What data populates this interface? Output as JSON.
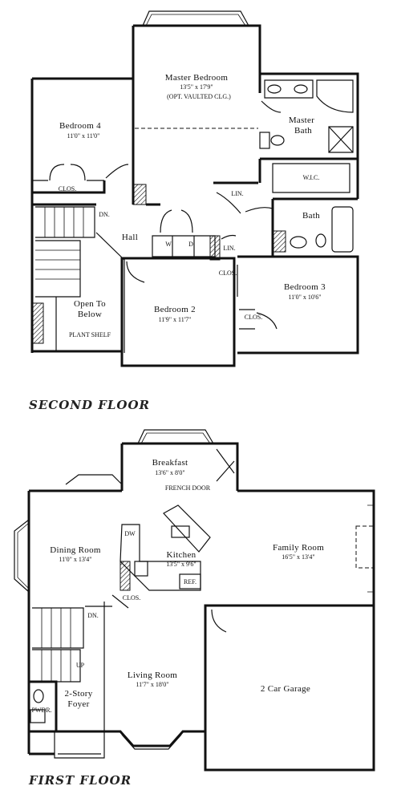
{
  "second_floor": {
    "heading": "SECOND FLOOR",
    "master_bedroom": {
      "name": "Master Bedroom",
      "dims": "13'5\" x 17'9\"",
      "note": "(OPT. VAULTED CLG.)"
    },
    "master_bath": {
      "line1": "Master",
      "line2": "Bath"
    },
    "wic": "W.I.C.",
    "bedroom4": {
      "name": "Bedroom 4",
      "dims": "11'0\" x 11'0\""
    },
    "clos_bed4": "CLOS.",
    "lin_master": "LIN.",
    "bath": "Bath",
    "dn": "DN.",
    "hall": "Hall",
    "w": "W",
    "d": "D",
    "lin_hall": "LIN.",
    "clos_bed2": "CLOS.",
    "open_to_below": {
      "line1": "Open To",
      "line2": "Below"
    },
    "plant_shelf": "PLANT SHELF",
    "bedroom2": {
      "name": "Bedroom 2",
      "dims": "11'9\" x 11'7\""
    },
    "bedroom3": {
      "name": "Bedroom 3",
      "dims": "11'0\" x 10'6\""
    },
    "clos_bed3": "CLOS."
  },
  "first_floor": {
    "heading": "FIRST FLOOR",
    "breakfast": {
      "name": "Breakfast",
      "dims": "13'6\" x 8'0\""
    },
    "french_door": "FRENCH DOOR",
    "dining_room": {
      "name": "Dining Room",
      "dims": "11'0\" x 13'4\""
    },
    "dw": "DW",
    "kitchen": {
      "name": "Kitchen",
      "dims": "13'5\" x 9'6\""
    },
    "ref": "REF.",
    "family_room": {
      "name": "Family Room",
      "dims": "16'5\" x 13'4\""
    },
    "clos": "CLOS.",
    "dn": "DN.",
    "up": "UP",
    "living_room": {
      "name": "Living Room",
      "dims": "11'7\" x 18'0\""
    },
    "garage": "2 Car Garage",
    "foyer": {
      "line1": "2-Story",
      "line2": "Foyer"
    },
    "pwdr": "PWDR."
  }
}
